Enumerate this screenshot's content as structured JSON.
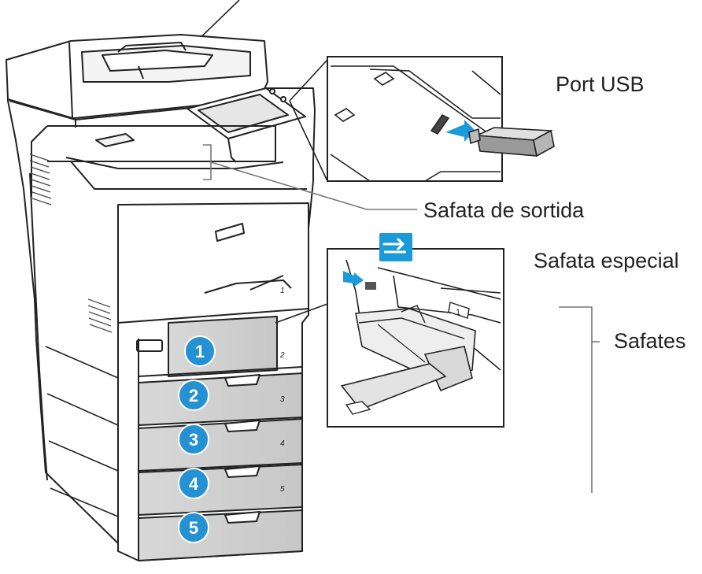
{
  "labels": {
    "usb_port": "Port USB",
    "output_tray": "Safata de sortida",
    "bypass_tray": "Safata especial",
    "trays": "Safates"
  },
  "tray_badges": [
    "1",
    "2",
    "3",
    "4",
    "5"
  ],
  "tray_marks": [
    "1",
    "2",
    "3",
    "4",
    "5"
  ],
  "inset_tray_mark": "1",
  "bypass_icon": "bypass-tray-arrow-icon",
  "colors": {
    "badge_blue": "#2491d2",
    "inset_arrow_blue": "#1a9ad9",
    "line": "#222222",
    "leader_gray": "#777777"
  }
}
